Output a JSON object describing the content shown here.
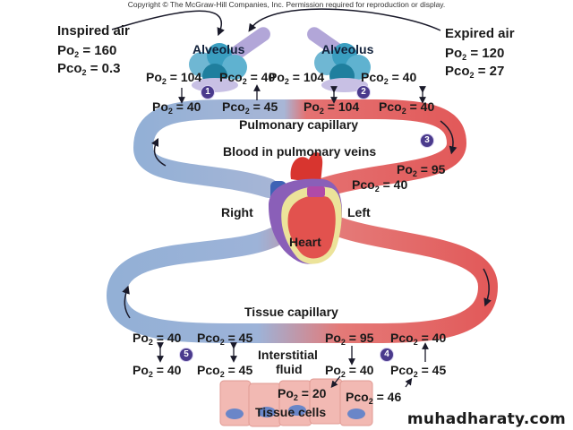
{
  "copyright": "Copyright © The McGraw-Hill Companies, Inc. Permission required for reproduction or display.",
  "watermark": "muhadharaty.com",
  "colors": {
    "deoxygenated": "#93b0d6",
    "oxygenated": "#e25a5a",
    "badge": "#4a3a8c",
    "alveolus": "#3a9ec0",
    "cells": "#f2b9b3"
  },
  "inspired": {
    "title": "Inspired air",
    "po2": "= 160",
    "pco2": "= 0.3"
  },
  "expired": {
    "title": "Expired air",
    "po2": "= 120",
    "pco2": "= 27"
  },
  "alveolus_left": {
    "label": "Alveolus",
    "po2": "= 104",
    "pco2": "= 40",
    "step": "1"
  },
  "alveolus_right": {
    "label": "Alveolus",
    "po2": "= 104",
    "pco2": "= 40",
    "step": "2"
  },
  "pulmonary": {
    "label": "Pulmonary capillary",
    "in_po2": "= 40",
    "in_pco2": "= 45",
    "out_po2": "= 104",
    "out_pco2": "= 40"
  },
  "veins": {
    "label": "Blood in pulmonary veins",
    "step": "3",
    "po2": "= 95",
    "pco2": "= 40"
  },
  "heart": {
    "label": "Heart",
    "right": "Right",
    "left": "Left"
  },
  "tissue_capillary": {
    "label": "Tissue capillary",
    "venous_po2": "= 40",
    "venous_pco2": "= 45",
    "arterial_po2": "= 95",
    "arterial_pco2": "= 40",
    "step4": "4",
    "step5": "5"
  },
  "interstitial": {
    "label_line1": "Interstitial",
    "label_line2": "fluid",
    "left_po2": "= 40",
    "left_pco2": "= 45",
    "right_po2": "= 40",
    "right_pco2": "= 45"
  },
  "tissue_cells": {
    "label": "Tissue cells",
    "po2": "= 20",
    "pco2": "= 46"
  },
  "symbols": {
    "po": "Po",
    "pco": "Pco",
    "sub": "2"
  }
}
